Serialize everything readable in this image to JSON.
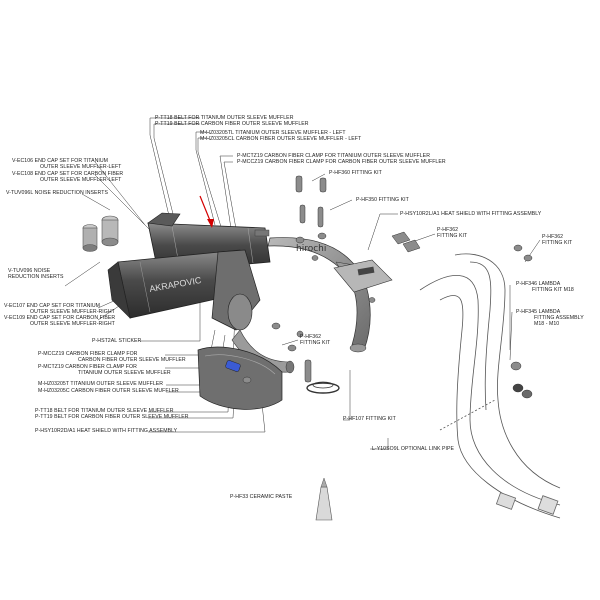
{
  "watermark": "hirochi",
  "brand_mark": "AKRAPOVIC",
  "labels": {
    "tt18_a": "P-TT18  BELT FOR TITANIUM OUTER SLEEVE MUFFLER",
    "tt19_a": "P-TT19  BELT FOR CARBON FIBER OUTER SLEEVE MUFFLER",
    "hz205tl": "M-HZ03205TL  TITANIUM OUTER SLEEVE MUFFLER - LEFT",
    "hz205cl": "M-HZ03205CL  CARBON FIBER OUTER SLEEVE MUFFLER - LEFT",
    "ec106_1": "V-EC106   END CAP SET FOR TITANIUM",
    "ec106_2": "OUTER SLEEVE MUFFLER-LEFT",
    "ec108_1": "V-EC108   END CAP SET FOR CARBON FIBER",
    "ec108_2": "OUTER SLEEVE MUFFLER-LEFT",
    "tuv096l": "V-TUV096L  NOISE REDUCTION INSERTS",
    "mctz19_a": "P-MCTZ19   CARBON FIBER CLAMP FOR TITANIUM OUTER SLEEVE MUFFLER",
    "mccz19_a": "P-MCCZ19   CARBON FIBER CLAMP FOR CARBON FIBER OUTER SLEEVE MUFFLER",
    "hf360": "P-HF360  FITTING KIT",
    "hf350": "P-HF350  FITTING KIT",
    "hsy_a": "P-HSY10R2L/A1   HEAT SHIELD WITH FITTING ASSEMBLY",
    "hf362_a1": "P-HF362",
    "hf362_a2": "FITTING KIT",
    "hf362_b1": "P-HF362",
    "hf362_b2": "FITTING KIT",
    "tuv096_1": "V-TUV096 NOISE",
    "tuv096_2": "REDUCTION INSERTS",
    "ec107_1": "V-EC107  END CAP SET FOR TITANIUM",
    "ec107_2": "OUTER SLEEVE MUFFLER-RIGHT",
    "ec109_1": "V-EC109  END CAP SET FOR CARBON FIBER",
    "ec109_2": "OUTER SLEEVE MUFFLER-RIGHT",
    "hf346_1": "P-HF346  LAMBDA",
    "hf346_2": "FITTING KIT M18",
    "hf345_1": "P-HF345  LAMBDA",
    "hf345_2": "FITTING ASSEMBLY",
    "hf345_3": "M18 - M10",
    "hst2al": "P-HST2AL  STICKER",
    "hf362_c1": "P-HF362",
    "hf362_c2": "FITTING KIT",
    "mccz19_b1": "P-MCCZ19  CARBON FIBER CLAMP FOR",
    "mccz19_b2": "CARBON FIBER OUTER SLEEVE MUFFLER",
    "mctz19_b1": "P-MCTZ19  CARBON FIBER CLAMP FOR",
    "mctz19_b2": "TITANIUM OUTER SLEEVE MUFFLER",
    "hz205tr": "M-HZ03205T  TITANIUM OUTER SLEEVE MUFFLER",
    "hz205cr": "M-HZ03205C  CARBON FIBER OUTER SLEEVE MUFFLER",
    "tt18_b": "P-TT18  BELT FOR TITANIUM OUTER SLEEVE MUFFLER",
    "tt19_b": "P-TT19  BELT FOR CARBON FIBER OUTER SLEEVE MUFFLER",
    "hsy_b": "P-HSY10R2D/A1  HEAT SHIELD WITH FITTING ASSEMBLY",
    "hf107": "P-HF107  FITTING KIT",
    "link_pipe": "L-Y10SO9L  OPTIONAL LINK PIPE",
    "hf33": "P-HF33  CERAMIC PASTE"
  }
}
